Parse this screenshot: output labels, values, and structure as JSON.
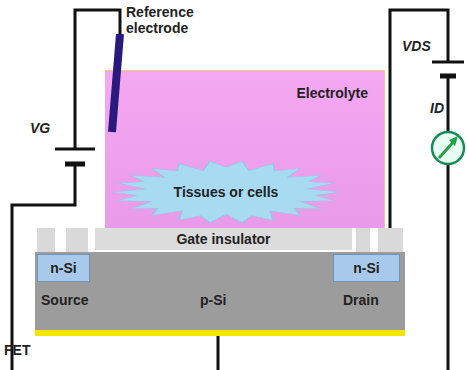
{
  "diagram": {
    "nodes": [
      {
        "text": [
          "Electrolyte"
        ]
      },
      {
        "text": [
          "Tissues or cells"
        ],
        "in": 0
      },
      {
        "text": [
          "Gate insulator"
        ]
      },
      {
        "text": [
          "p-Si"
        ]
      },
      {
        "text": [
          "n-Si"
        ],
        "in": 3
      },
      {
        "text": [
          "n-Si"
        ],
        "in": 3
      }
    ],
    "labels": [
      "Reference electrode",
      "VG",
      "VDS",
      "ID",
      "Source",
      "Drain",
      "FET"
    ]
  }
}
